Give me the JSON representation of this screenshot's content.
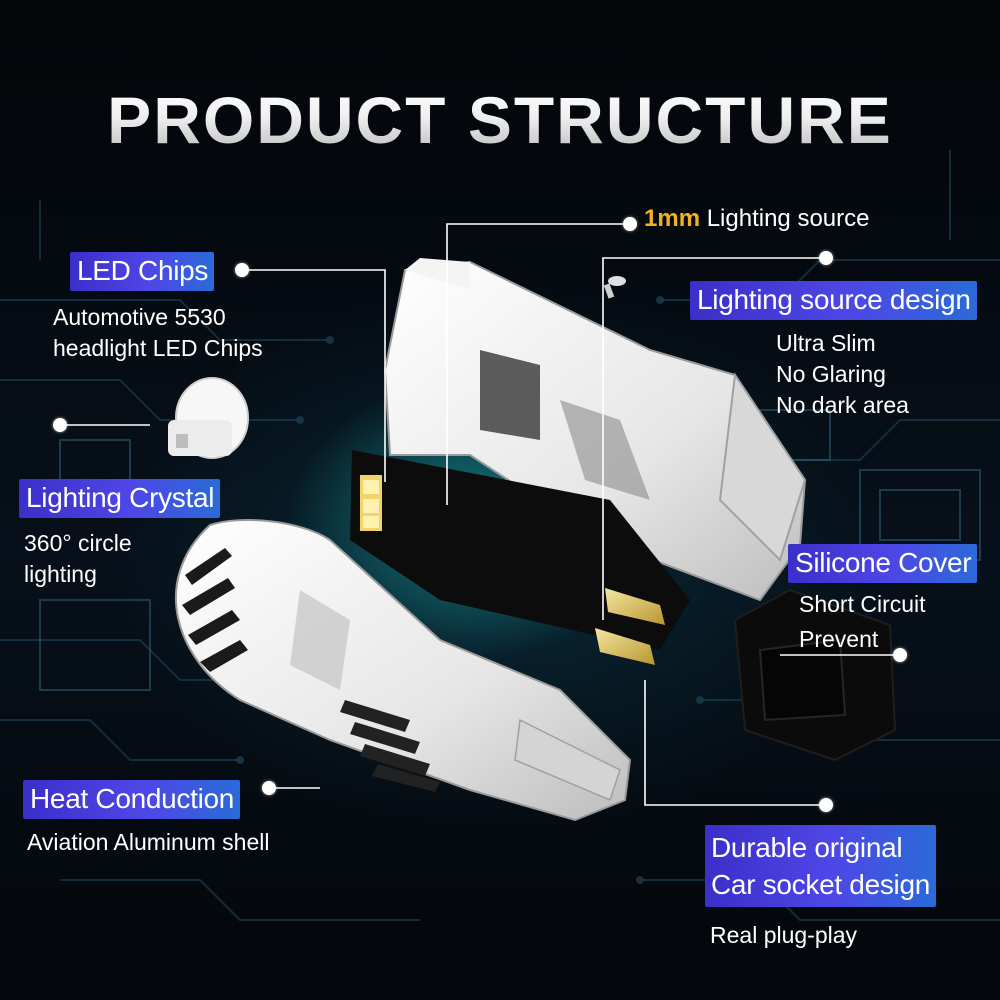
{
  "title": "PRODUCT STRUCTURE",
  "callouts": {
    "lighting_source": {
      "highlight": "1mm",
      "text": "Lighting source"
    },
    "led_chips": {
      "label": "LED Chips",
      "lines": [
        "Automotive 5530",
        "headlight LED Chips"
      ]
    },
    "lighting_source_design": {
      "label": "Lighting source design",
      "lines": [
        "Ultra Slim",
        "No Glaring",
        "No dark area"
      ]
    },
    "lighting_crystal": {
      "label": "Lighting Crystal",
      "lines": [
        "360° circle",
        "lighting"
      ]
    },
    "silicone_cover": {
      "label": "Silicone Cover",
      "lines": [
        "Short Circuit",
        "Prevent"
      ]
    },
    "heat_conduction": {
      "label": "Heat Conduction",
      "lines": [
        "Aviation Aluminum shell"
      ]
    },
    "socket_design": {
      "label_lines": [
        "Durable original",
        "Car socket design"
      ],
      "lines": [
        "Real plug-play"
      ]
    }
  },
  "colors": {
    "label_bg": "#4e46e6",
    "highlight": "#f2b21c",
    "background": "#05080d",
    "glow": "#28e6e6"
  },
  "icons": [
    "led-bulb-exploded-view",
    "circuit-board-background"
  ]
}
